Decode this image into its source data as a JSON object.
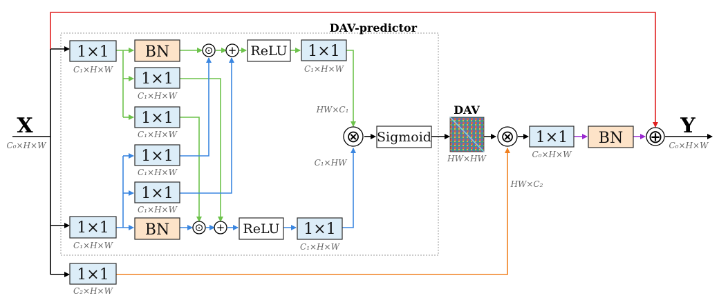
{
  "title": "DAV-predictor",
  "dav_label": "DAV",
  "input": {
    "symbol": "X",
    "dim": "C₀×H×W"
  },
  "output": {
    "symbol": "Y",
    "dim": "C₀×H×W"
  },
  "conv_label": "1×1",
  "bn_label": "BN",
  "relu_label": "ReLU",
  "sigmoid_label": "Sigmoid",
  "dims": {
    "c1hw": "C₁×H×W",
    "c2hw": "C₂×H×W",
    "c0hw": "C₀×H×W",
    "hw_c1": "HW×C₁",
    "c1_hw": "C₁×HW",
    "hw_hw": "HW×HW",
    "hw_c2": "HW×C₂"
  },
  "operators": {
    "hadamard": "⊙",
    "add": "+",
    "matmul": "⊗",
    "residual": "⊕"
  },
  "colors": {
    "green_path": "#6cc24a",
    "blue_path": "#3a86e0",
    "red_path": "#e02020",
    "orange_path": "#f08020",
    "purple_path": "#9a2ad0",
    "conv_fill": "#dcedf8",
    "bn_fill": "#fde3c8"
  }
}
